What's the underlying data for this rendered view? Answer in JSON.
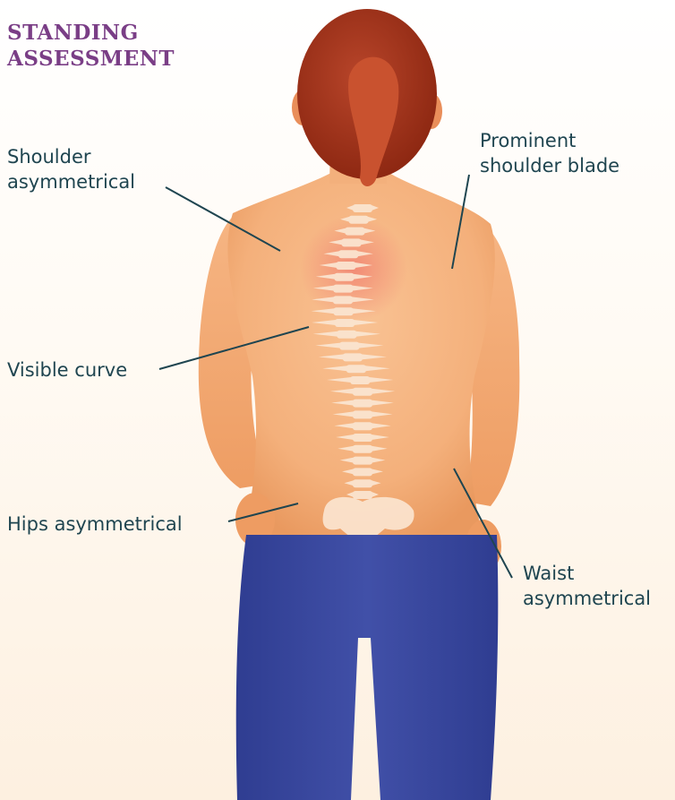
{
  "title": {
    "line1": "STANDING",
    "line2": "ASSESSMENT"
  },
  "labels": {
    "shoulder": {
      "line1": "Shoulder",
      "line2": "asymmetrical"
    },
    "shoulder_blade": {
      "line1": "Prominent",
      "line2": "shoulder blade"
    },
    "curve": "Visible curve",
    "hips": "Hips asymmetrical",
    "waist": {
      "line1": "Waist",
      "line2": "asymmetrical"
    }
  },
  "colors": {
    "title": "#7a3e86",
    "label_text": "#1f4550",
    "leader_line": "#1f4550",
    "skin": "#f5b582",
    "hair": "#a8341c",
    "pants": "#3a4aa0",
    "spine": "#fbe6d2"
  }
}
